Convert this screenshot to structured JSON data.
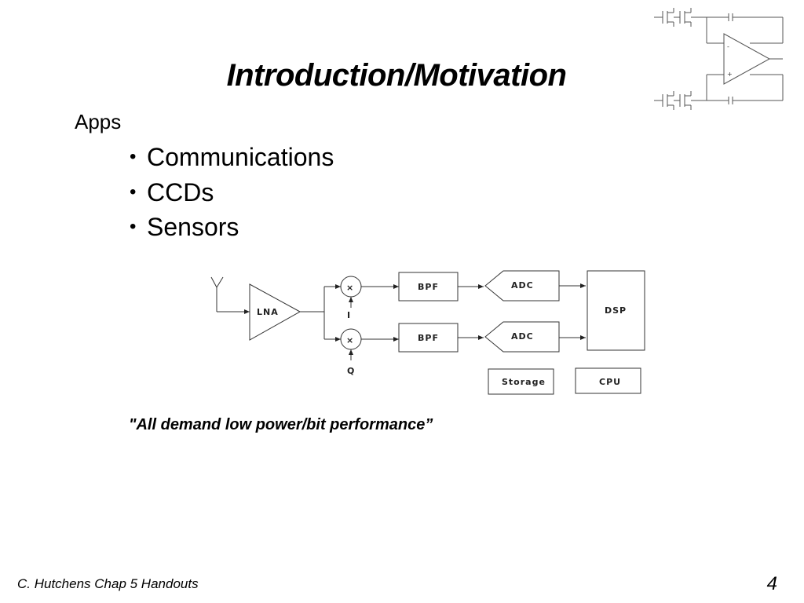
{
  "slide": {
    "title": "Introduction/Motivation",
    "section_label": "Apps",
    "bullets": [
      "Communications",
      "CCDs",
      "Sensors"
    ],
    "quote": "\"All demand low power/bit performance”",
    "footer": "C. Hutchens Chap 5 Handouts",
    "page_number": "4"
  },
  "diagram": {
    "lna": "LNA",
    "mixer_symbol": "×",
    "i_label": "I",
    "q_label": "Q",
    "bpf_top": "BPF",
    "bpf_bottom": "BPF",
    "adc_top": "ADC",
    "adc_bottom": "ADC",
    "dsp": "DSP",
    "storage": "Storage",
    "cpu": "CPU"
  },
  "opamp_icon": {
    "minus_sign": "-",
    "plus_sign": "+"
  }
}
